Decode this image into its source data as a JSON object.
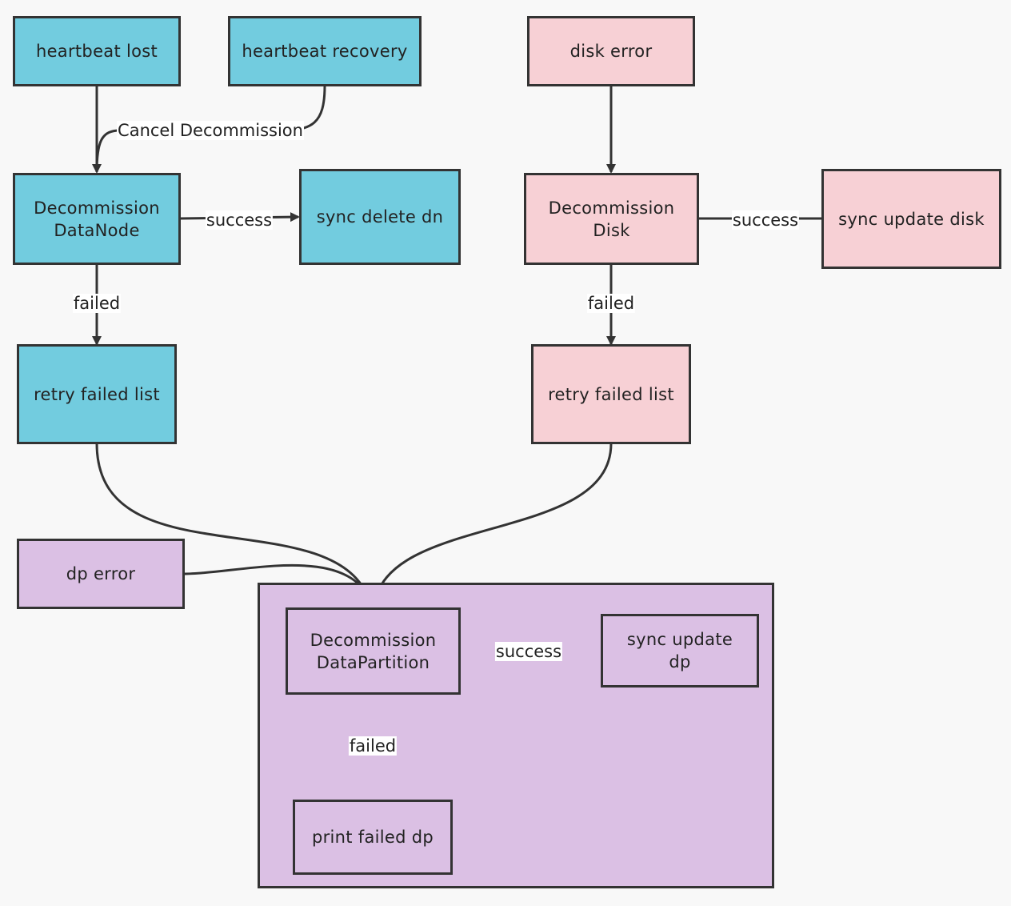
{
  "colors": {
    "datanode": "#72ccdf",
    "disk": "#f7d0d5",
    "partition": "#dbc0e4",
    "stroke": "#333333"
  },
  "nodes": {
    "heartbeat_lost": "heartbeat lost",
    "heartbeat_recovery": "heartbeat recovery",
    "disk_error": "disk error",
    "decommission_datanode": "Decommission\nDataNode",
    "sync_delete_dn": "sync delete dn",
    "decommission_disk": "Decommission\nDisk",
    "sync_update_disk": "sync update disk",
    "retry_failed_list_dn": "retry failed list",
    "retry_failed_list_disk": "retry failed list",
    "dp_error": "dp error",
    "decommission_datapartition": "Decommission\nDataPartition",
    "sync_update_dp": "sync update\ndp",
    "print_failed_dp": "print failed dp"
  },
  "edges": {
    "cancel_decommission": "Cancel Decommission",
    "dn_success": "success",
    "dn_failed": "failed",
    "disk_success": "success",
    "disk_failed": "failed",
    "dp_success": "success",
    "dp_failed": "failed"
  }
}
